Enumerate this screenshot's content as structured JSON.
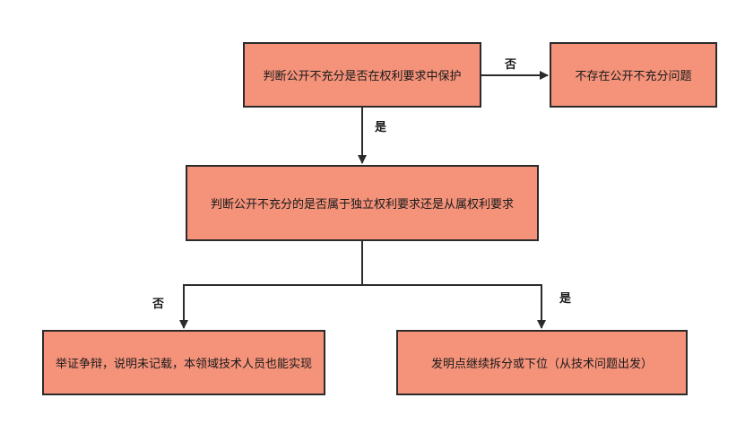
{
  "colors": {
    "box_fill": "#F4927A",
    "box_border": "#2b2b2b",
    "line": "#2b2b2b"
  },
  "nodes": {
    "q1": "判断公开不充分是否在权利要求中保护",
    "no_problem": "不存在公开不充分问题",
    "q2": "判断公开不充分的是否属于独立权利要求还是从属权利要求",
    "argue": "举证争辩，说明未记载，本领域技术人员也能实现",
    "retreat": "发明点继续拆分或下位（从技术问题出发）"
  },
  "edges": {
    "q1_no": "否",
    "q1_yes": "是",
    "q2_no": "否",
    "q2_yes": "是"
  }
}
